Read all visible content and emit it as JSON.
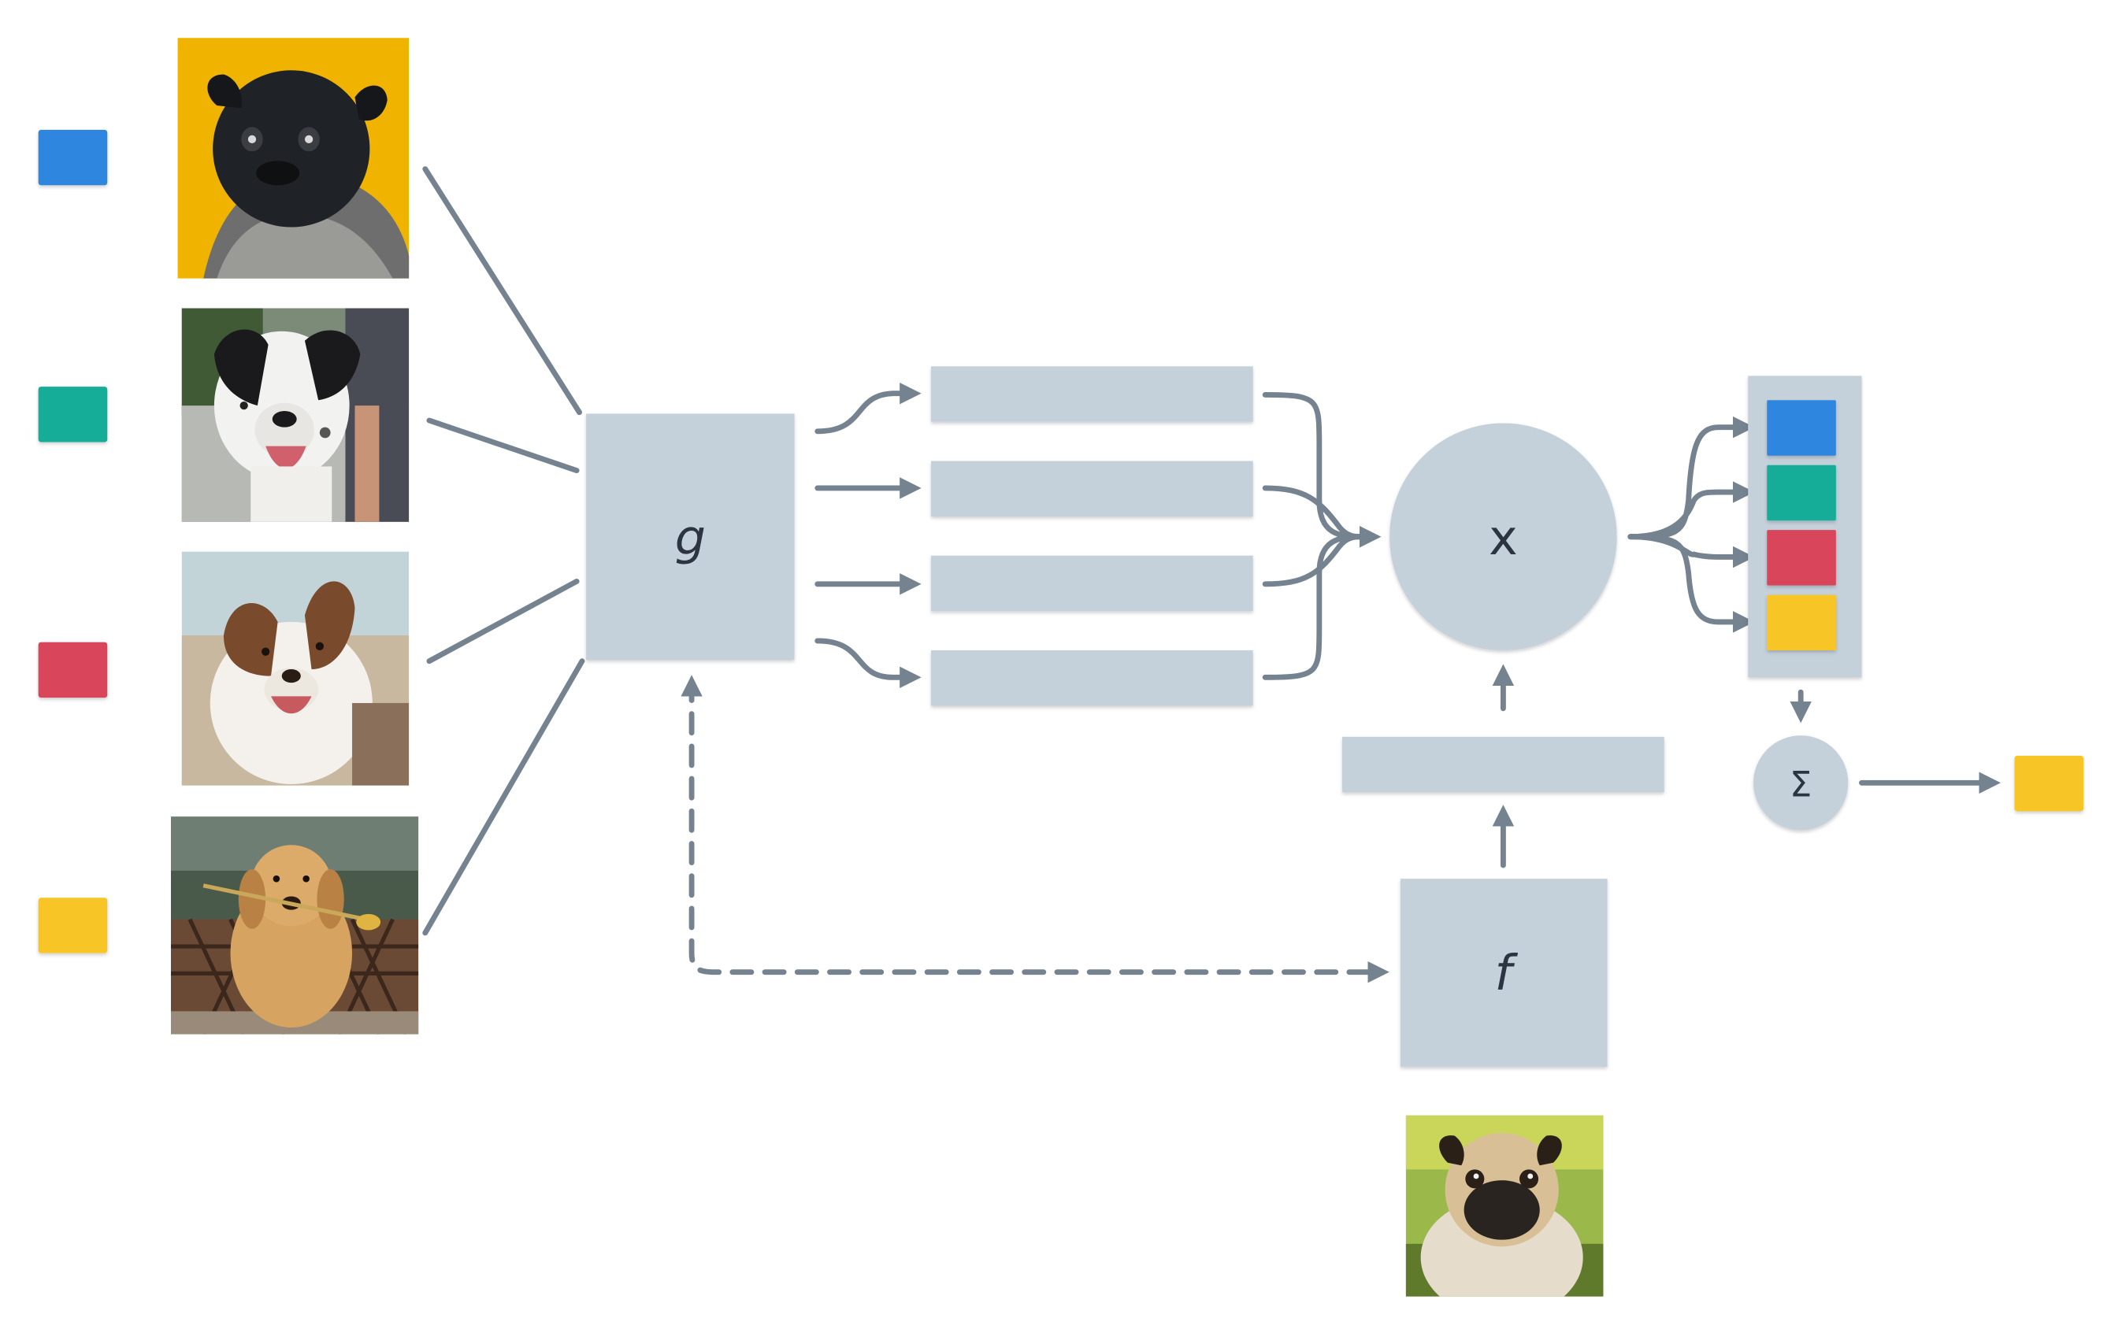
{
  "diagram": {
    "nodes": {
      "g": {
        "label": "g"
      },
      "x": {
        "label": "x"
      },
      "f": {
        "label": "f"
      },
      "sum": {
        "label": "Σ"
      }
    },
    "classes": [
      {
        "color": "#2e86de"
      },
      {
        "color": "#18ad98"
      },
      {
        "color": "#d9445a"
      },
      {
        "color": "#f7c525"
      }
    ],
    "photos": [
      {
        "desc_icon": "black-pug-photo",
        "bg": "#f0b400"
      },
      {
        "desc_icon": "spotted-dog-photo",
        "bg": "#8b8f86"
      },
      {
        "desc_icon": "collie-photo",
        "bg": "#c9b8a2"
      },
      {
        "desc_icon": "golden-retriever-photo",
        "bg": "#8a6b4f"
      }
    ],
    "query_photo": {
      "desc_icon": "fawn-pug-photo",
      "bg": "#9bb84a"
    },
    "output_color": "#f7c525",
    "colors": {
      "box": "#c4d0da",
      "line": "#75828f"
    }
  }
}
